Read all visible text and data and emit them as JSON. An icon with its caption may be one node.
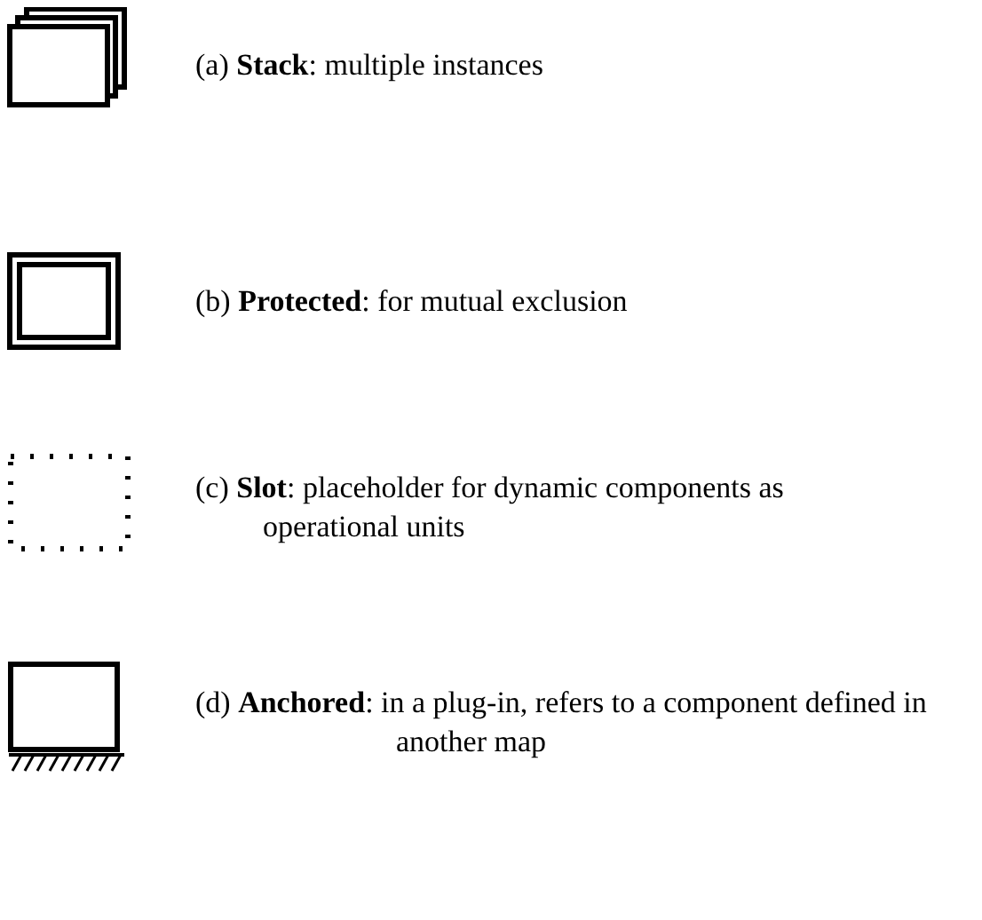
{
  "diagram": {
    "legend": [
      {
        "text": "(a) **Stack**: multiple instances"
      },
      {
        "text": "(b) **Protected**: for mutual exclusion"
      },
      {
        "text": "(c) **Slot**: placeholder for dynamic components as operational units"
      },
      {
        "text": "(d) **Anchored**: in a plug-in, refers to a component defined in another map"
      }
    ]
  }
}
